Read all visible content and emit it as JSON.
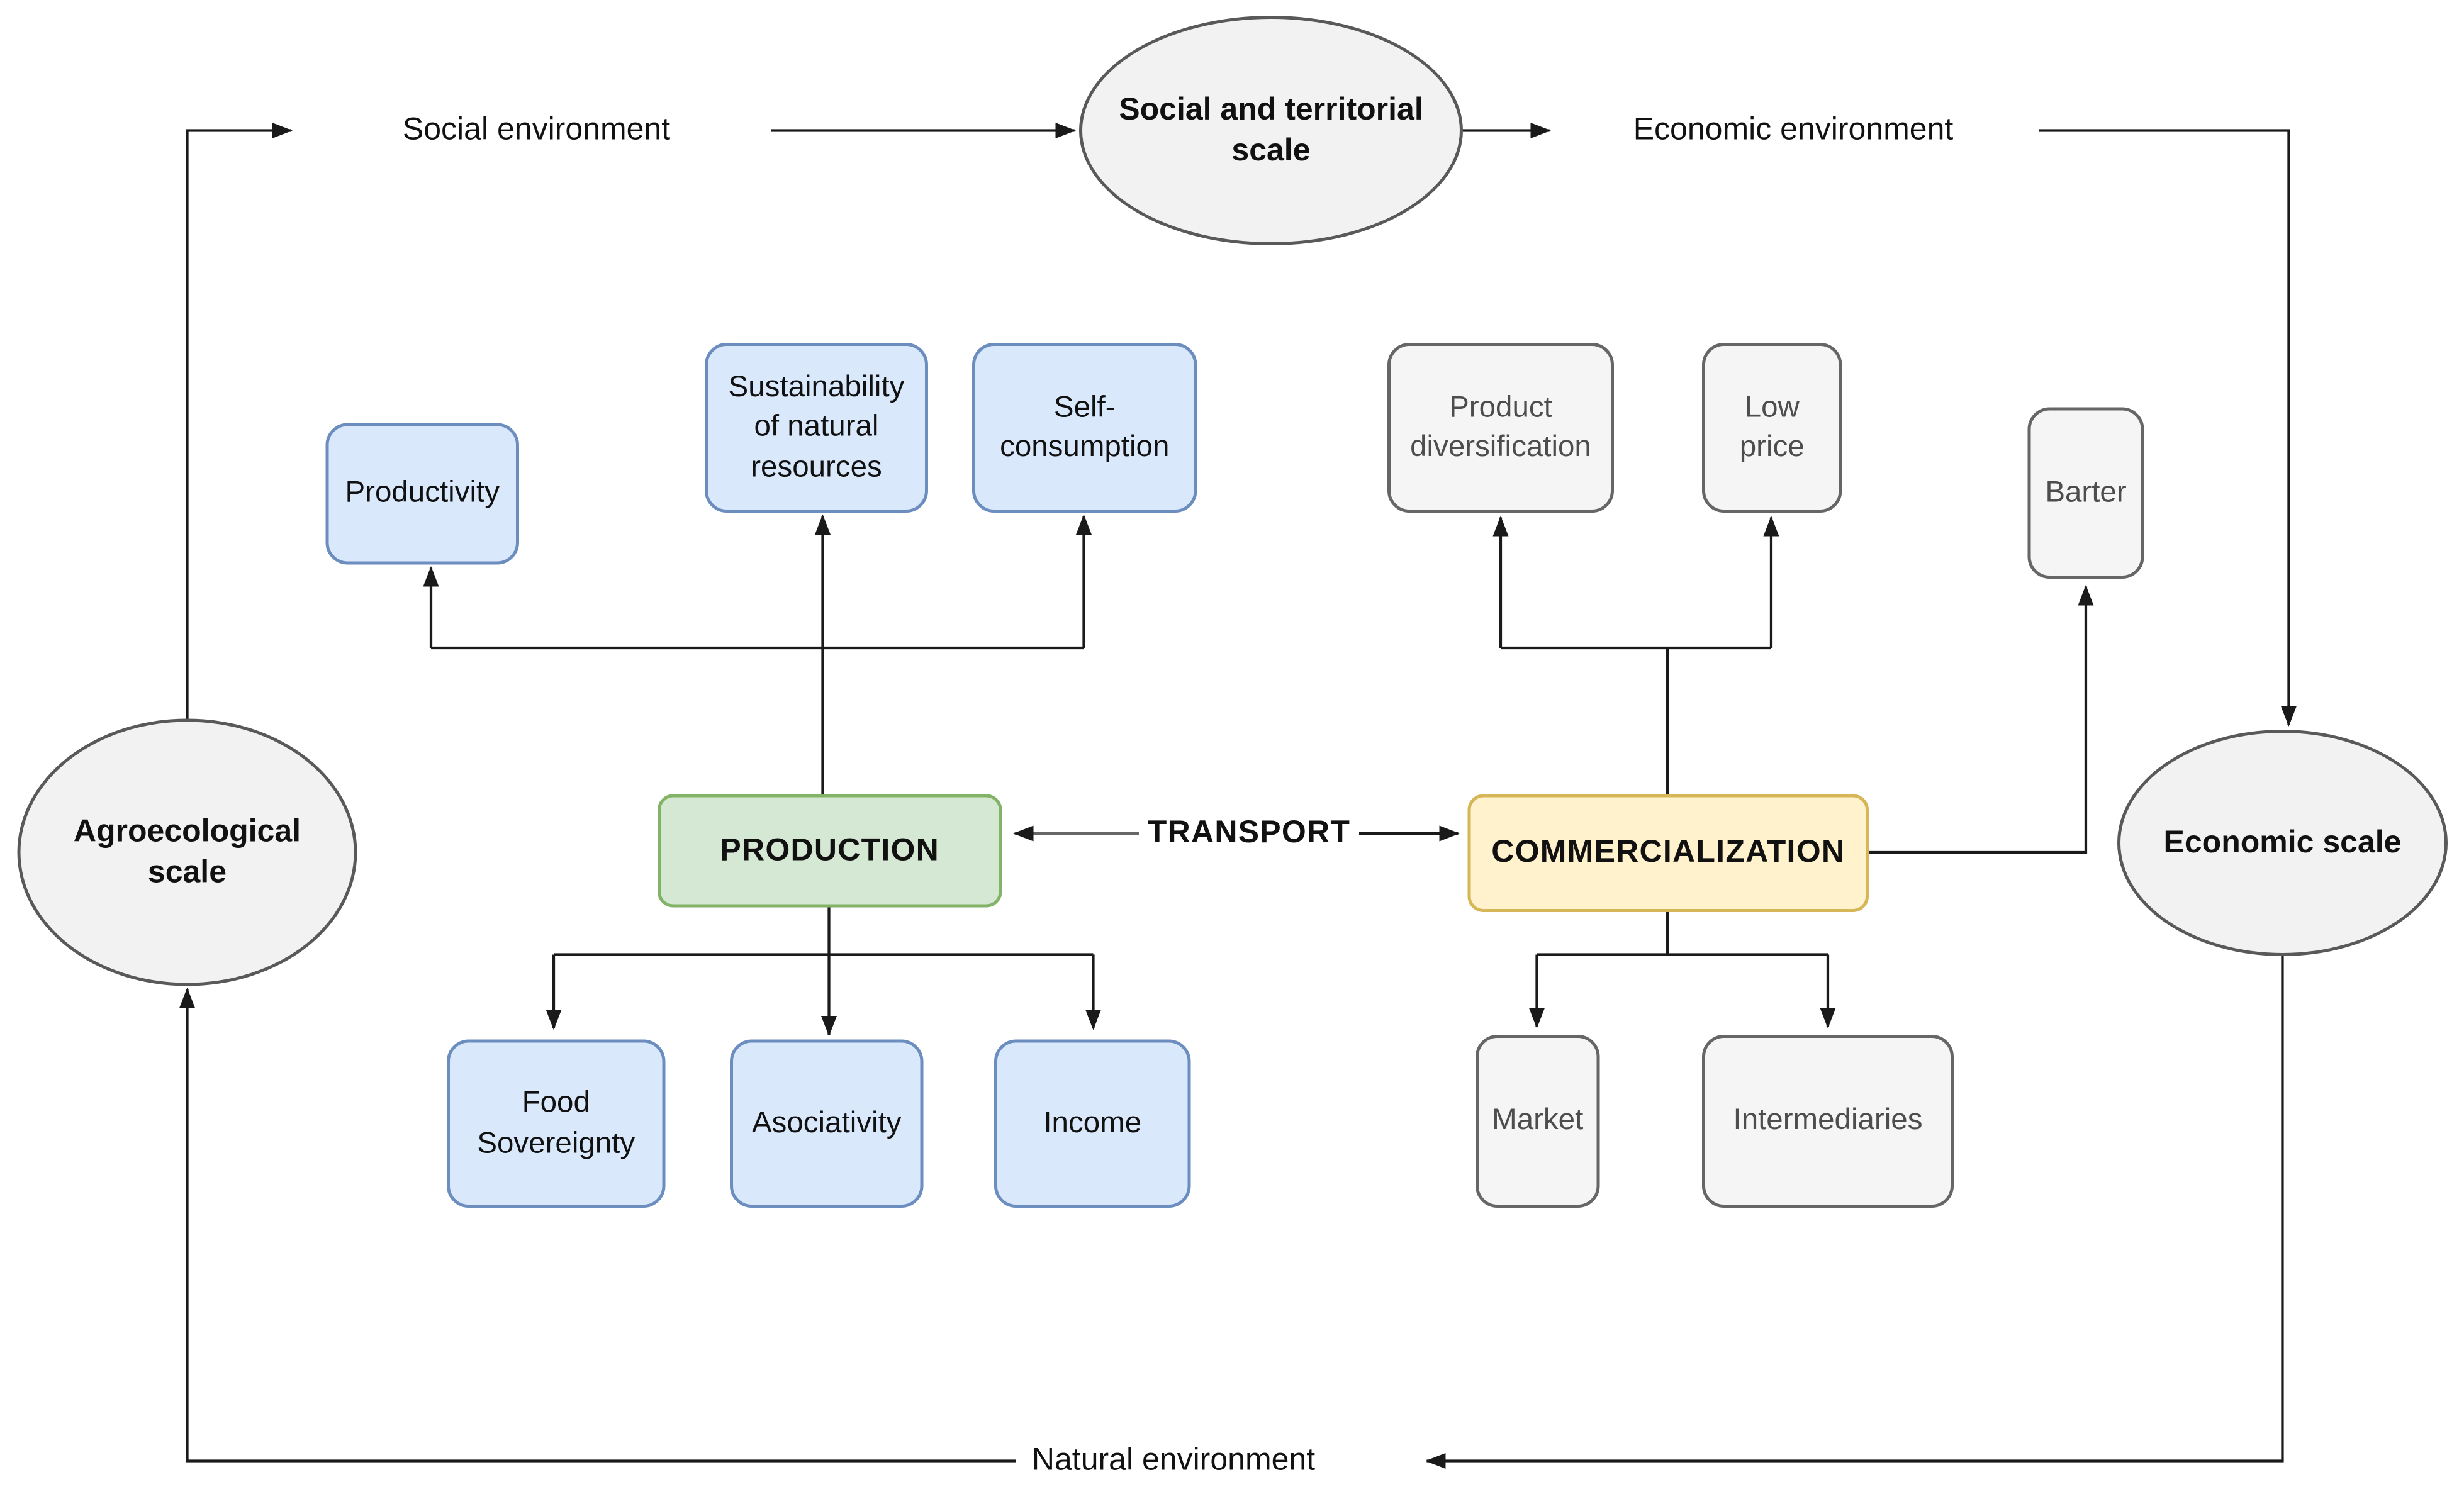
{
  "ellipses": {
    "social_territorial": {
      "label": "Social and territorial\nscale"
    },
    "agroecological": {
      "label": "Agroecological\nscale"
    },
    "economic": {
      "label": "Economic scale"
    }
  },
  "nodes": {
    "production": {
      "label": "PRODUCTION"
    },
    "commercialization": {
      "label": "COMMERCIALIZATION"
    },
    "productivity": {
      "label": "Productivity"
    },
    "sustainability": {
      "label": "Sustainability\nof natural\nresources"
    },
    "self_consumption": {
      "label": "Self-\nconsumption"
    },
    "food_sovereignty": {
      "label": "Food\nSovereignty"
    },
    "asociativity": {
      "label": "Asociativity"
    },
    "income": {
      "label": "Income"
    },
    "product_diversification": {
      "label": "Product\ndiversification"
    },
    "low_price": {
      "label": "Low\nprice"
    },
    "barter": {
      "label": "Barter"
    },
    "market": {
      "label": "Market"
    },
    "intermediaries": {
      "label": "Intermediaries"
    }
  },
  "labels": {
    "social_environment": "Social environment",
    "economic_environment": "Economic environment",
    "natural_environment": "Natural environment",
    "transport": "TRANSPORT"
  },
  "colors": {
    "background": "#ffffff",
    "blue_fill": "#dae8fc",
    "blue_stroke": "#6c8ebf",
    "green_fill": "#d5e8d4",
    "green_stroke": "#82b366",
    "yellow_fill": "#fff2cc",
    "yellow_stroke": "#d6b656",
    "gray_fill": "#f5f5f5",
    "gray_stroke": "#666666",
    "ellipse_fill": "#f2f2f2",
    "ellipse_stroke": "#595959",
    "edge": "#1a1a1a",
    "edge_muted": "#666666",
    "text_dark": "#111111",
    "text_gray": "#4d4d4d"
  }
}
